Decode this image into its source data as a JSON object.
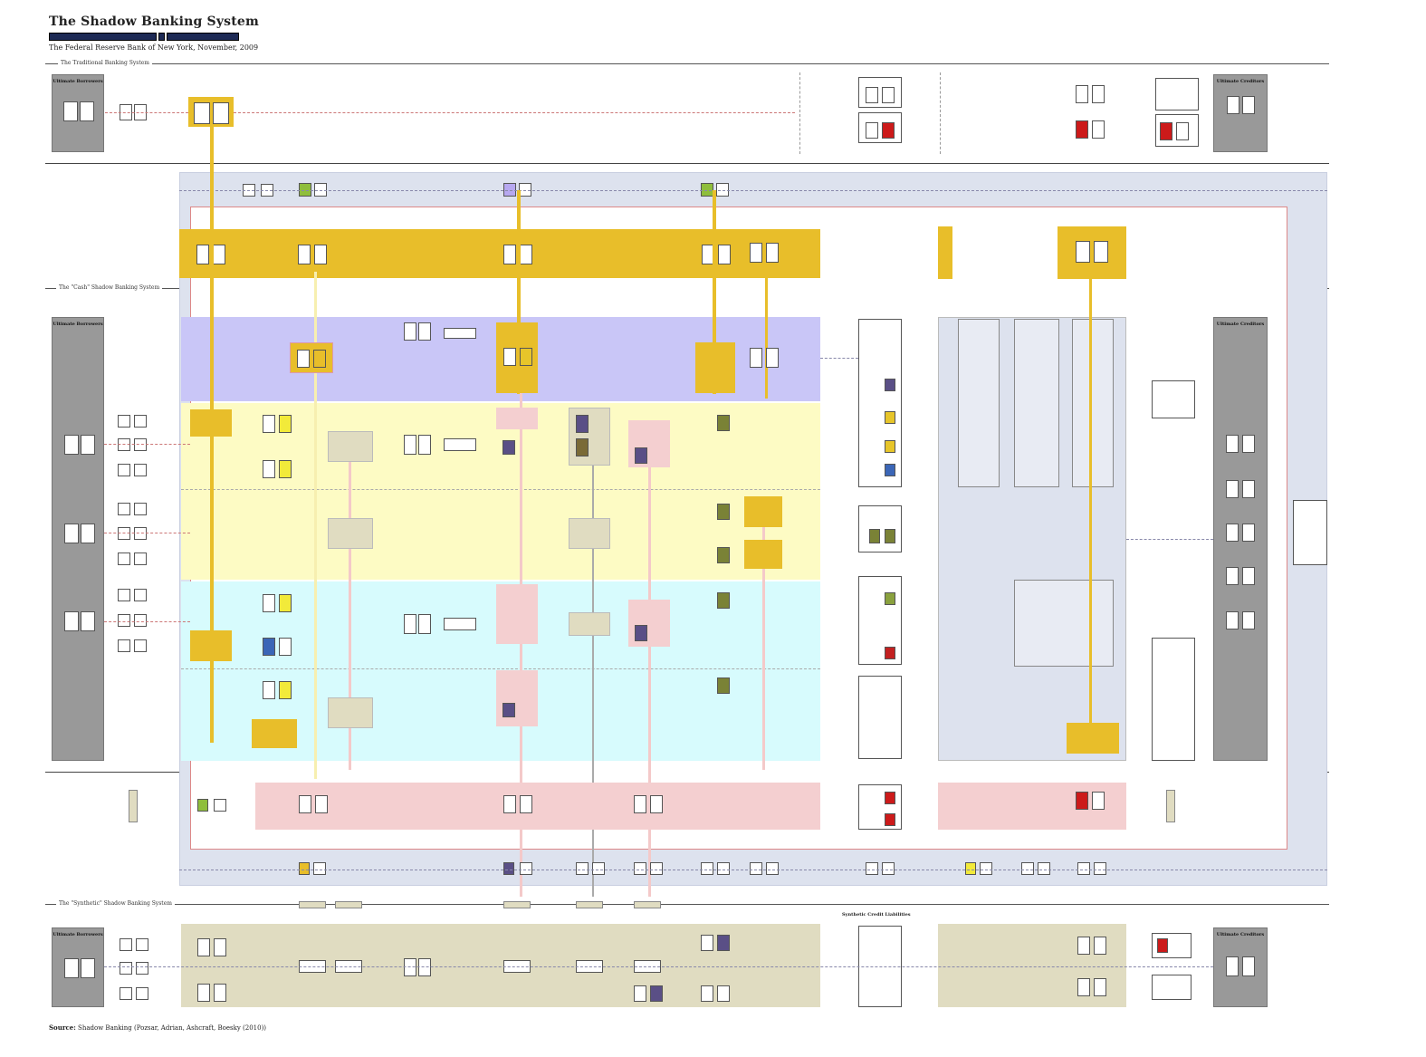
{
  "header": {
    "title": "The Shadow Banking System",
    "subtitle": "The Federal Reserve Bank of New York, November, 2009"
  },
  "sections": {
    "traditional": "The Traditional Banking System",
    "cash": "The \"Cash\" Shadow Banking System",
    "synthetic": "The \"Synthetic\" Shadow Banking System"
  },
  "columns": {
    "ultimate_borrowers": "Ultimate Borrowers",
    "ultimate_creditors": "Ultimate Creditors",
    "synthetic_credit_liabilities": "Synthetic Credit Liabilities"
  },
  "footer": {
    "source_label": "Source:",
    "source_text": "Shadow Banking (Pozsar, Adrian, Ashcraft, Boesky (2010))"
  },
  "colors": {
    "gold": "#e8be2a",
    "lavender": "#c9c6f7",
    "pale_yellow": "#fdfbc4",
    "cyan": "#d7fbfd",
    "pink": "#f4cfd0",
    "khaki": "#e0dcc1",
    "gray_blue": "#dde2ee",
    "gray": "#9a9a9a"
  }
}
